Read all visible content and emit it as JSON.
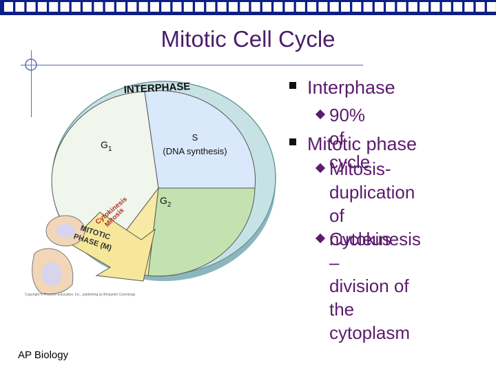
{
  "slide": {
    "title": "Mitotic Cell Cycle",
    "footer": "AP Biology"
  },
  "bullets": [
    {
      "level": 1,
      "text": "Interphase"
    },
    {
      "level": 2,
      "text": "90% of cycle"
    },
    {
      "level": 1,
      "text": "Mitotic phase"
    },
    {
      "level": 2,
      "text": "Mitosis-\nduplication of\nnucleus"
    },
    {
      "level": 2,
      "text": "Cytokinesis –\ndivision of the\ncytoplasm"
    }
  ],
  "diagram": {
    "ring_label": "INTERPHASE",
    "g1_label": "G",
    "g1_sub": "1",
    "s_label": "S",
    "s_sub_label": "(DNA synthesis)",
    "g2_label": "G",
    "g2_sub": "2",
    "cytokinesis_label": "Cytokinesis",
    "mitosis_label": "Mitosis",
    "mphase_line1": "MITOTIC",
    "mphase_line2": "PHASE (M)",
    "copyright": "Copyright © Pearson Education, Inc., publishing as Benjamin Cummings"
  },
  "colors": {
    "top_bar": "#0d1f86",
    "title": "#4a1d6b",
    "g1": "#f1f6ec",
    "s": "#d9e8fb",
    "g2": "#c4e2b0",
    "ring": "#c7e2e5",
    "mitosis": "#f6eaa4"
  }
}
